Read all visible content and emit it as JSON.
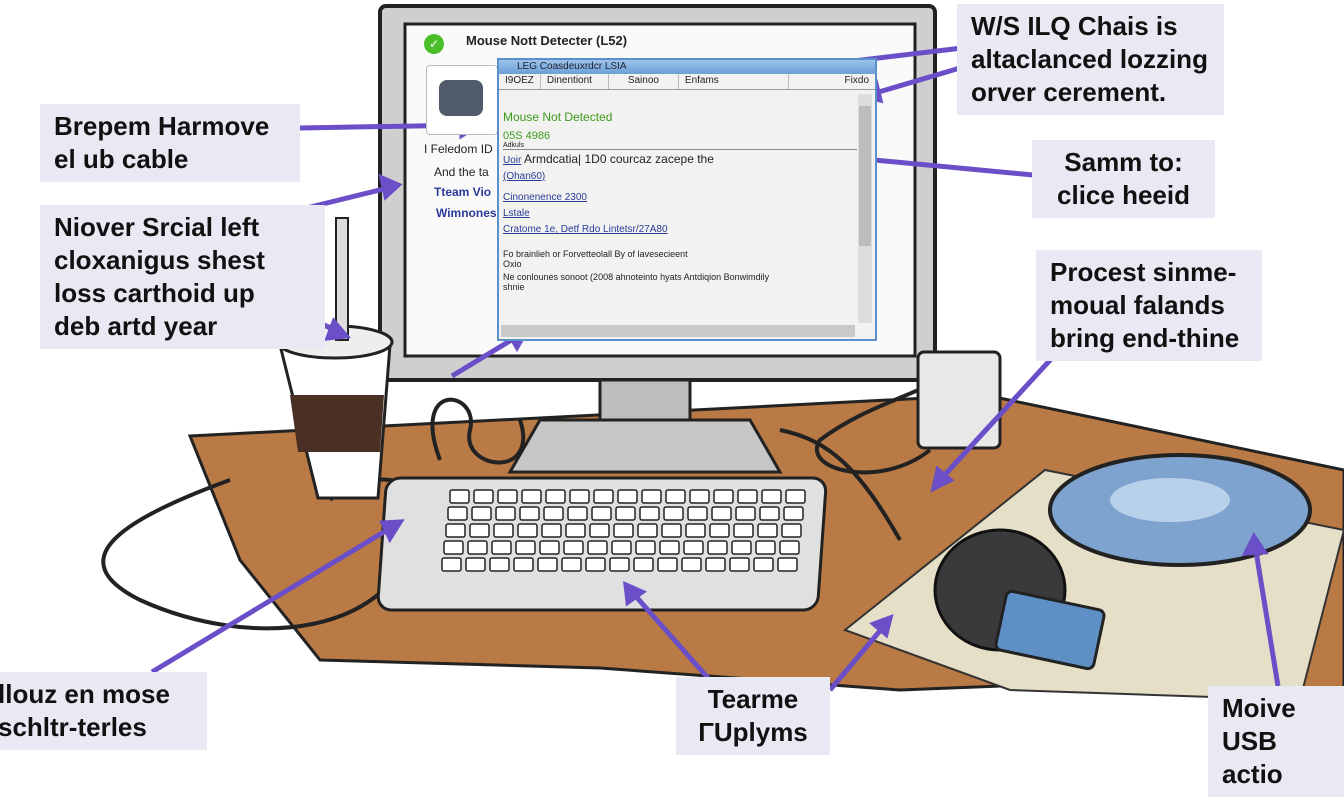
{
  "screen": {
    "app_title": "Mouse Nott Detecter (L52)",
    "left_items": [
      "I  Feledom ID",
      "And the ta",
      "Tteam Vio",
      "Wimnones"
    ],
    "dialog": {
      "title": "LEG  Coasdeuxrdcr LSIA",
      "tabs": [
        "I9OEZ",
        "Dinentiont",
        "Sainoo",
        "Enfams",
        "Fixdo"
      ],
      "heading": "Mouse Not Detected",
      "code": "05S 4986",
      "sub": "Adkuls",
      "line1_prefix": "Uoir",
      "line1": "Armdcatia|  1D0  courcaz zacepe the",
      "links": [
        "(Ohan60)",
        "Cinonenence 2300",
        "Lstale",
        "Cratome 1e, Detf Rdo Lintetsr/27A80"
      ],
      "para1": "Fo brainlieh or Forvetteolall By of lavesecieent",
      "para2": "Oxio",
      "para3": "Ne conlounes sonoot (2008 ahnoteinto hyats Antdiqion Bonwimdily",
      "para4": "shnie"
    }
  },
  "labels": [
    {
      "lines": [
        "Brepem Harmove",
        "el ub cable"
      ]
    },
    {
      "lines": [
        "Niover Srcial left",
        "cloxanigus shest",
        "loss carthoid up",
        "deb artd year"
      ]
    },
    {
      "lines": [
        "W/S ILQ  Chais is",
        "altaclanced lozzing",
        "orver cerement."
      ]
    },
    {
      "lines": [
        "Samm to:",
        "clice heeid"
      ]
    },
    {
      "lines": [
        "Procest sinme-",
        "moual falands",
        "bring end-thine"
      ]
    },
    {
      "lines": [
        "llouz en mose",
        "schltr-terles"
      ]
    },
    {
      "lines": [
        "Tearme",
        "ΓUplyms"
      ]
    },
    {
      "lines": [
        "Moive",
        "USB actio"
      ]
    }
  ],
  "colors": {
    "arrow": "#6a4fc8",
    "desk": "#b97a45",
    "label_bg": "#e9e9f3",
    "heading_green": "#3c9a1c"
  }
}
